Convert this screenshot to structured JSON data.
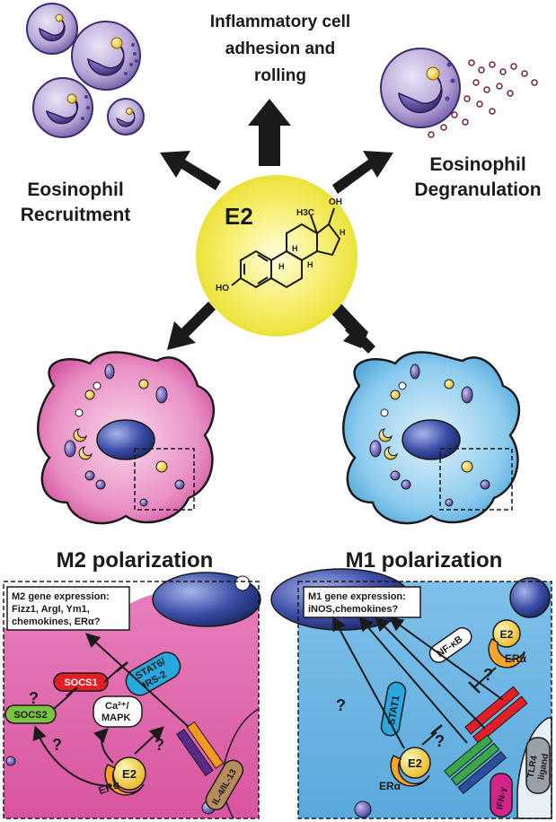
{
  "top": {
    "inflammatory_line1": "Inflammatory cell",
    "inflammatory_line2": "adhesion and",
    "inflammatory_line3": "rolling",
    "recruit_line1": "Eosinophil",
    "recruit_line2": "Recruitment",
    "degran_line1": "Eosinophil",
    "degran_line2": "Degranulation"
  },
  "center": {
    "hormone_label": "E2",
    "atom_h3c": "H3C",
    "atom_oh": "OH",
    "atom_ho": "HO",
    "atom_h": "H"
  },
  "m2": {
    "title": "M2 polarization",
    "gene_line1": "M2 gene expression:",
    "gene_line2": "Fizz1, ArgI, Ym1,",
    "gene_line3": "chemokines, ERα?",
    "stat6_line1": "STAT6/",
    "stat6_line2": "IRS-2",
    "socs1": "SOCS1",
    "socs2": "SOCS2",
    "ca_line1": "Ca²⁺/",
    "ca_line2": "MAPK",
    "e2": "E2",
    "era": "ERα",
    "ligand": "IL-4/IL-13",
    "q": "?"
  },
  "m1": {
    "title": "M1 polarization",
    "gene_line1": "M1 gene expression:",
    "gene_line2": "iNOS,chemokines?",
    "nfkb": "NF-κB",
    "stat1": "STAT1",
    "e2": "E2",
    "era": "ERα",
    "tlr_line1": "TLR4",
    "tlr_line2": "ligand",
    "ifn": "IFN-γ",
    "q": "?"
  },
  "colors": {
    "eosinophil": "#b7a6d6",
    "nucleus": "#6b5aa8",
    "granule_yellow": "#f4d23c",
    "m2_cell": "#e07ab5",
    "m1_cell": "#6fb6e6",
    "e2_glow": "#f6ee6a",
    "socs1": "#e41e26",
    "socs2": "#7cc242",
    "stat": "#29a8e0",
    "arrow": "#1a1a1a"
  }
}
